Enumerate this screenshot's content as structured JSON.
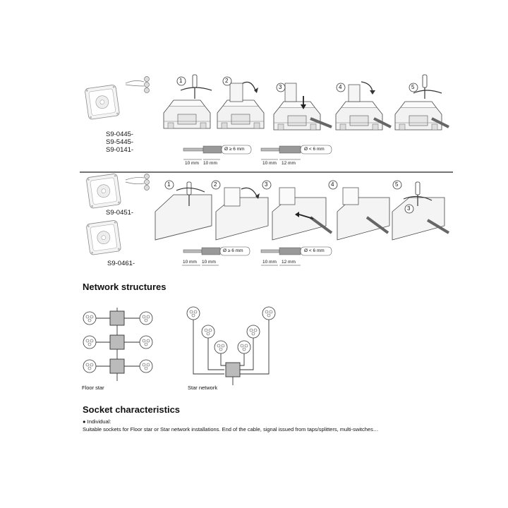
{
  "row1": {
    "codes": [
      "S9-0445-",
      "S9-5445-",
      "S9-0141-"
    ],
    "steps": [
      "1",
      "2",
      "3",
      "4",
      "5"
    ],
    "cable_thick": {
      "diameter": "Ø ≥ 6 mm",
      "dims": [
        "10 mm",
        "10 mm"
      ]
    },
    "cable_thin": {
      "diameter": "Ø < 6 mm",
      "dims": [
        "10 mm",
        "12 mm"
      ]
    }
  },
  "row2": {
    "codes": [
      "S9-0451-",
      "S9-0461-"
    ],
    "steps": [
      "1",
      "2",
      "3",
      "4",
      "5"
    ],
    "cable_thick": {
      "diameter": "Ø ≥ 6 mm",
      "dims": [
        "10 mm",
        "10 mm"
      ]
    },
    "cable_thin": {
      "diameter": "Ø < 6 mm",
      "dims": [
        "10 mm",
        "12 mm"
      ]
    }
  },
  "network": {
    "title": "Network structures",
    "floor_star_caption": "Floor star",
    "star_network_caption": "Star network"
  },
  "socket": {
    "title": "Socket characteristics",
    "bullet": "Individual:",
    "description": "Suitable sockets for Floor star or Star network installations. End of the cable, signal issued from taps/splitters, multi-switches…"
  }
}
